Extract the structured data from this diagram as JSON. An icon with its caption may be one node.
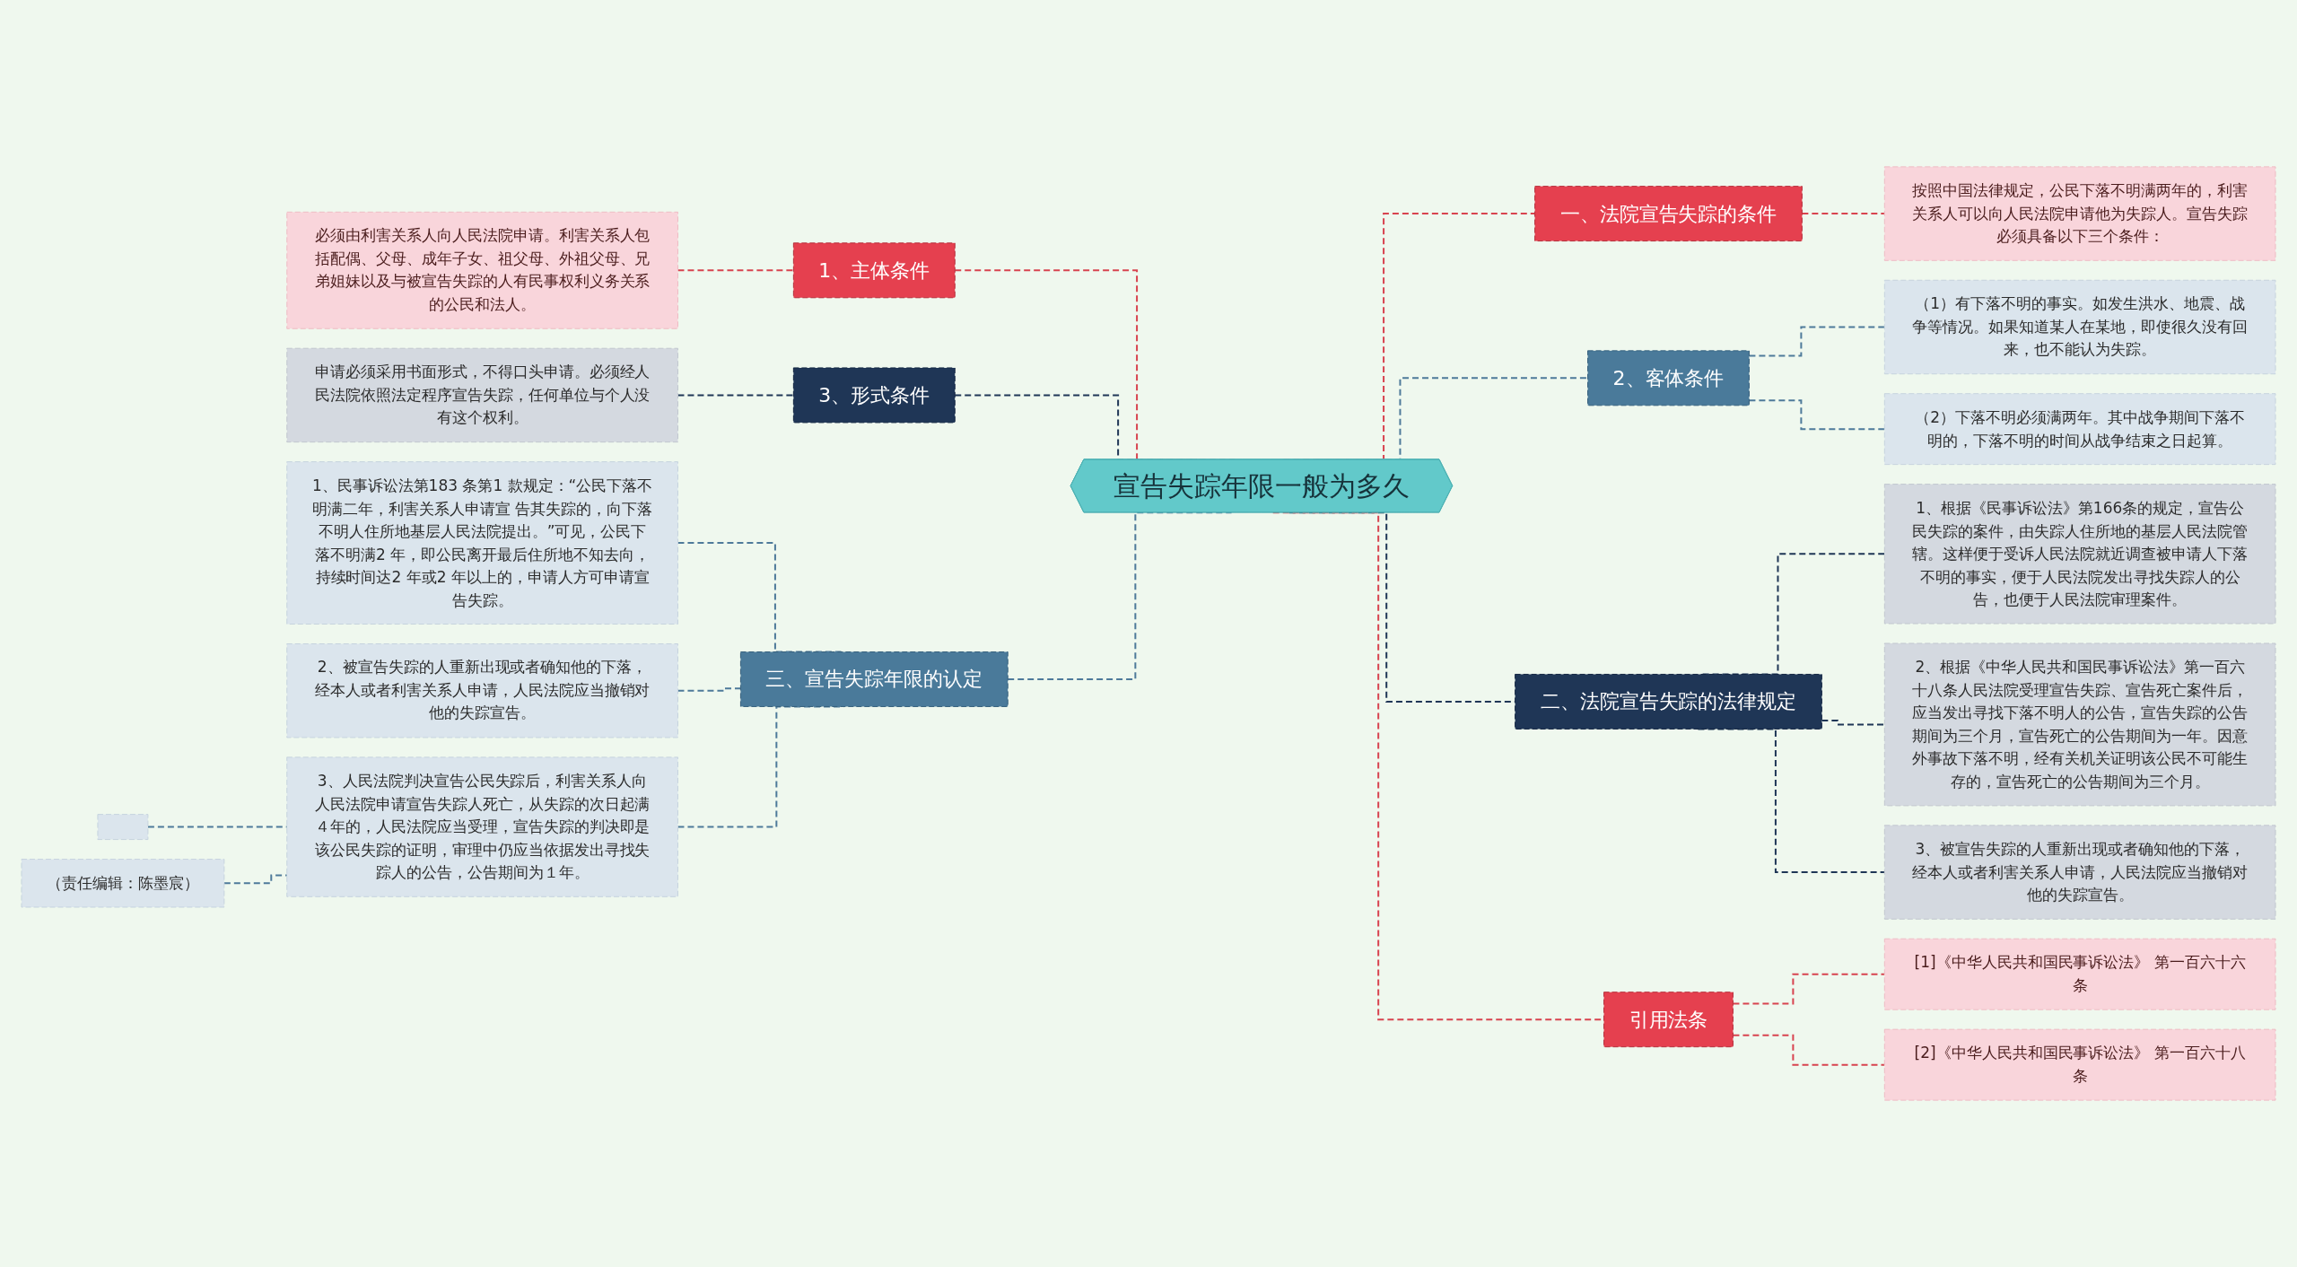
{
  "diagram": {
    "nodes": [
      {
        "text": [
          "宣告失踪年限一般为多久"
        ]
      },
      {
        "text": [
          "一、法院宣告失踪的条件"
        ]
      },
      {
        "text": [
          "按照中国法律规定，公民下落不明满两年的，利害关系人可以向人民法院申请他为失踪人。宣告失踪必须具备以下三个条件："
        ]
      },
      {
        "text": [
          "2、客体条件"
        ]
      },
      {
        "text": [
          "（1）有下落不明的事实。如发生洪水、地震、战争等情况。如果知道某人在某地，即使很久没有回来，也不能认为失踪。"
        ]
      },
      {
        "text": [
          "（2）下落不明必须满两年。其中战争期间下落不明的，下落不明的时间从战争结束之日起算。"
        ]
      },
      {
        "text": [
          "二、法院宣告失踪的法律规定"
        ]
      },
      {
        "text": [
          "1、根据《民事诉讼法》第166条的规定，宣告公民失踪的案件，由失踪人住所地的基层人民法院管辖。这样便于受诉人民法院就近调查被申请人下落不明的事实，便于人民法院发出寻找失踪人的公告，也便于人民法院审理案件。"
        ]
      },
      {
        "text": [
          "2、根据《中华人民共和国民事诉讼法》第一百六十八条人民法院受理宣告失踪、宣告死亡案件后，应当发出寻找下落不明人的公告，宣告失踪的公告期间为三个月，宣告死亡的公告期间为一年。因意外事故下落不明，经有关机关证明该公民不可能生存的，宣告死亡的公告期间为三个月。"
        ]
      },
      {
        "text": [
          "3、被宣告失踪的人重新出现或者确知他的下落，经本人或者利害关系人申请，人民法院应当撤销对他的失踪宣告。"
        ]
      },
      {
        "text": [
          "引用法条"
        ]
      },
      {
        "text": [
          "[1]《中华人民共和国民事诉讼法》 第一百六十六条"
        ]
      },
      {
        "text": [
          "[2]《中华人民共和国民事诉讼法》 第一百六十八条"
        ]
      },
      {
        "text": [
          "1、主体条件"
        ]
      },
      {
        "text": [
          "必须由利害关系人向人民法院申请。利害关系人包括配偶、父母、成年子女、祖父母、外祖父母、兄弟姐妹以及与被宣告失踪的人有民事权利义务关系的公民和法人。"
        ]
      },
      {
        "text": [
          "3、形式条件"
        ]
      },
      {
        "text": [
          "申请必须采用书面形式，不得口头申请。必须经人民法院依照法定程序宣告失踪，任何单位与个人没有这个权利。"
        ]
      },
      {
        "text": [
          "三、宣告失踪年限的认定"
        ]
      },
      {
        "text": [
          "1、民事诉讼法第183 条第1 款规定：“公民下落不明满二年，利害关系人申请宣 告其失踪的，向下落不明人住所地基层人民法院提出。”可见，公民下落不明满2 年，即公民离开最后住所地不知去向，持续时间达2 年或2 年以上的，申请人方可申请宣告失踪。"
        ]
      },
      {
        "text": [
          "2、被宣告失踪的人重新出现或者确知他的下落，经本人或者利害关系人申请，人民法院应当撤销对他的失踪宣告。"
        ]
      },
      {
        "text": [
          "3、人民法院判决宣告公民失踪后，利害关系人向人民法院申请宣告失踪人死亡，从失踪的次日起满４年的，人民法院应当受理，宣告失踪的判决即是该公民失踪的证明，审理中仍应当依据发出寻找失踪人的公告，公告期间为１年。"
        ]
      },
      {
        "text": [],
        "shape": "box"
      },
      {
        "text": [
          "（责任编辑：陈墨宸）"
        ]
      }
    ],
    "edges": [
      {
        "from": 0,
        "to": 1,
        "arrow": "none",
        "style": "dashed",
        "color": "#d8434f"
      },
      {
        "from": 1,
        "to": 2,
        "arrow": "none",
        "style": "dashed",
        "color": "#d8434f"
      },
      {
        "from": 0,
        "to": 3,
        "arrow": "none",
        "style": "dashed",
        "color": "#4e7a9a"
      },
      {
        "from": 3,
        "to": 4,
        "arrow": "none",
        "style": "dashed",
        "color": "#4e7a9a"
      },
      {
        "from": 3,
        "to": 5,
        "arrow": "none",
        "style": "dashed",
        "color": "#4e7a9a"
      },
      {
        "from": 0,
        "to": 6,
        "arrow": "none",
        "style": "dashed",
        "color": "#1f3656"
      },
      {
        "from": 6,
        "to": 7,
        "arrow": "none",
        "style": "dashed",
        "color": "#1f3656"
      },
      {
        "from": 6,
        "to": 8,
        "arrow": "none",
        "style": "dashed",
        "color": "#1f3656"
      },
      {
        "from": 6,
        "to": 9,
        "arrow": "none",
        "style": "dashed",
        "color": "#1f3656"
      },
      {
        "from": 0,
        "to": 10,
        "arrow": "none",
        "style": "dashed",
        "color": "#d8434f"
      },
      {
        "from": 10,
        "to": 11,
        "arrow": "none",
        "style": "dashed",
        "color": "#d8434f"
      },
      {
        "from": 10,
        "to": 12,
        "arrow": "none",
        "style": "dashed",
        "color": "#d8434f"
      },
      {
        "from": 13,
        "to": 0,
        "arrow": "none",
        "style": "dashed",
        "color": "#d8434f"
      },
      {
        "from": 14,
        "to": 13,
        "arrow": "none",
        "style": "dashed",
        "color": "#d8434f"
      },
      {
        "from": 15,
        "to": 0,
        "arrow": "none",
        "style": "dashed",
        "color": "#1f3656"
      },
      {
        "from": 16,
        "to": 15,
        "arrow": "none",
        "style": "dashed",
        "color": "#1f3656"
      },
      {
        "from": 17,
        "to": 0,
        "arrow": "none",
        "style": "dashed",
        "color": "#4e7a9a"
      },
      {
        "from": 18,
        "to": 17,
        "arrow": "none",
        "style": "dashed",
        "color": "#4e7a9a"
      },
      {
        "from": 19,
        "to": 17,
        "arrow": "none",
        "style": "dashed",
        "color": "#4e7a9a"
      },
      {
        "from": 20,
        "to": 17,
        "arrow": "none",
        "style": "dashed",
        "color": "#4e7a9a"
      },
      {
        "from": 21,
        "to": 20,
        "arrow": "none",
        "style": "dashed",
        "color": "#4e7a9a"
      },
      {
        "from": 22,
        "to": 20,
        "arrow": "none",
        "style": "dashed",
        "color": "#4e7a9a"
      }
    ]
  }
}
